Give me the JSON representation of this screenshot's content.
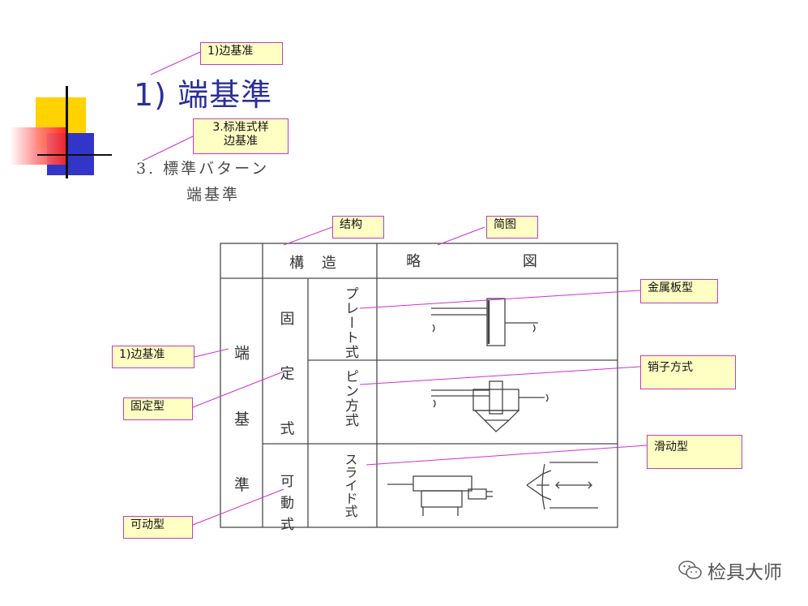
{
  "slide": {
    "title": "1) 端基準",
    "scan_heading": {
      "line1": "3. 標準バターン",
      "line2": "端基準"
    }
  },
  "table": {
    "header_structure": "構 造",
    "header_diagram": "略 図",
    "row_group": "端 基 準",
    "fixed": "固 定 式",
    "movable": "可 動 式",
    "plate": "プレート式",
    "pin": "ピン方式",
    "slide": "スライド式"
  },
  "callouts": {
    "edge_ref_top": "1)边基准",
    "std_pattern_line1": "3.标准式样",
    "std_pattern_line2": "边基准",
    "structure": "结构",
    "sketch": "简图",
    "metal_plate": "金属板型",
    "pin_type": "销子方式",
    "slide_type": "滑动型",
    "edge_ref_left": "1)边基准",
    "fixed_type": "固定型",
    "movable_type": "可动型"
  },
  "watermark": {
    "text": "检具大师",
    "icon": "wechat-icon"
  },
  "colors": {
    "title": "#2b2f9a",
    "callout_bg": "#ffffc4",
    "callout_border": "#c03ec0",
    "leader": "#d030d0"
  }
}
